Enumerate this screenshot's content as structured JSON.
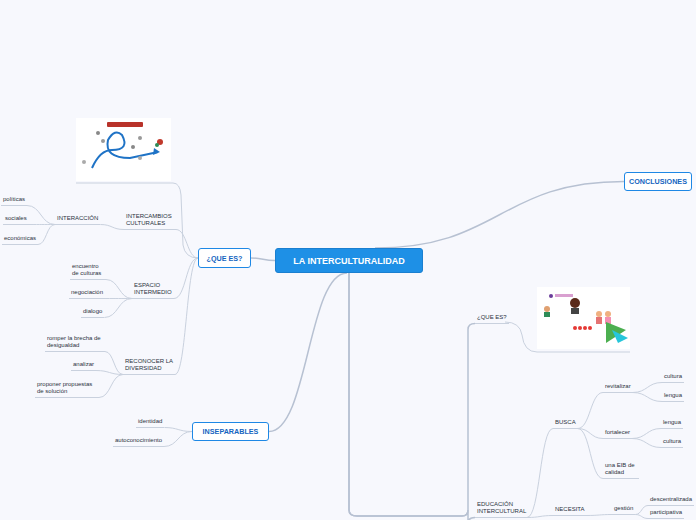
{
  "diagram": {
    "nodes": [
      {
        "text": [
          "LA INTERCULTURALIDAD"
        ]
      },
      {
        "text": [
          "¿QUE ES?"
        ]
      },
      {
        "text": [
          "INTERCAMBIOS CULTURALES"
        ]
      },
      {
        "text": [
          "INTERACCIÓN"
        ]
      },
      {
        "text": [
          "políticas"
        ]
      },
      {
        "text": [
          "sociales"
        ]
      },
      {
        "text": [
          "económicas"
        ]
      },
      {
        "text": [
          "ESPACIO INTERMEDIO"
        ]
      },
      {
        "text": [
          "encuentro de culturas"
        ]
      },
      {
        "text": [
          "negociación"
        ]
      },
      {
        "text": [
          "dialogo"
        ]
      },
      {
        "text": [
          "RECONOCER LA DIVERSIDAD"
        ]
      },
      {
        "text": [
          "romper la brecha de desigualdad"
        ]
      },
      {
        "text": [
          "analizar"
        ]
      },
      {
        "text": [
          "proponer propuestas de solución"
        ]
      },
      {
        "text": [
          "INSEPARABLES"
        ]
      },
      {
        "text": [
          "identidad"
        ]
      },
      {
        "text": [
          "autoconocimiento"
        ]
      },
      {
        "text": [
          "CONCLUSIONES"
        ]
      },
      {
        "text": [
          "¿QUE ES?"
        ]
      },
      {
        "text": [
          "EDUCACIÓN INTERCULTURAL"
        ]
      },
      {
        "text": [
          "BUSCA"
        ]
      },
      {
        "text": [
          "revitalizar"
        ]
      },
      {
        "text": [
          "cultura"
        ]
      },
      {
        "text": [
          "lengua"
        ]
      },
      {
        "text": [
          "fortalecer"
        ]
      },
      {
        "text": [
          "lengua"
        ]
      },
      {
        "text": [
          "cultura"
        ]
      },
      {
        "text": [
          "una EIB de calidad"
        ]
      },
      {
        "text": [
          "NECESITA"
        ]
      },
      {
        "text": [
          "gestión"
        ]
      },
      {
        "text": [
          "descentralizada"
        ]
      },
      {
        "text": [
          "participativa"
        ]
      }
    ],
    "edges": [
      {
        "from": 0,
        "to": 1,
        "arrow": "none"
      },
      {
        "from": 1,
        "to": 2,
        "arrow": "none"
      },
      {
        "from": 2,
        "to": 3,
        "arrow": "none"
      },
      {
        "from": 3,
        "to": 4,
        "arrow": "none"
      },
      {
        "from": 3,
        "to": 5,
        "arrow": "none"
      },
      {
        "from": 3,
        "to": 6,
        "arrow": "none"
      },
      {
        "from": 1,
        "to": 7,
        "arrow": "none"
      },
      {
        "from": 7,
        "to": 8,
        "arrow": "none"
      },
      {
        "from": 7,
        "to": 9,
        "arrow": "none"
      },
      {
        "from": 7,
        "to": 10,
        "arrow": "none"
      },
      {
        "from": 1,
        "to": 11,
        "arrow": "none"
      },
      {
        "from": 11,
        "to": 12,
        "arrow": "none"
      },
      {
        "from": 11,
        "to": 13,
        "arrow": "none"
      },
      {
        "from": 11,
        "to": 14,
        "arrow": "none"
      },
      {
        "from": 0,
        "to": 15,
        "arrow": "none"
      },
      {
        "from": 15,
        "to": 16,
        "arrow": "none"
      },
      {
        "from": 15,
        "to": 17,
        "arrow": "none"
      },
      {
        "from": 0,
        "to": 18,
        "arrow": "none"
      },
      {
        "from": 0,
        "to": 19,
        "arrow": "none"
      },
      {
        "from": 0,
        "to": 20,
        "arrow": "none"
      },
      {
        "from": 20,
        "to": 21,
        "arrow": "none"
      },
      {
        "from": 21,
        "to": 22,
        "arrow": "none"
      },
      {
        "from": 22,
        "to": 23,
        "arrow": "none"
      },
      {
        "from": 22,
        "to": 24,
        "arrow": "none"
      },
      {
        "from": 21,
        "to": 25,
        "arrow": "none"
      },
      {
        "from": 25,
        "to": 26,
        "arrow": "none"
      },
      {
        "from": 25,
        "to": 27,
        "arrow": "none"
      },
      {
        "from": 21,
        "to": 28,
        "arrow": "none"
      },
      {
        "from": 20,
        "to": 29,
        "arrow": "none"
      },
      {
        "from": 29,
        "to": 30,
        "arrow": "none"
      },
      {
        "from": 30,
        "to": 31,
        "arrow": "none"
      },
      {
        "from": 30,
        "to": 32,
        "arrow": "none"
      }
    ]
  }
}
